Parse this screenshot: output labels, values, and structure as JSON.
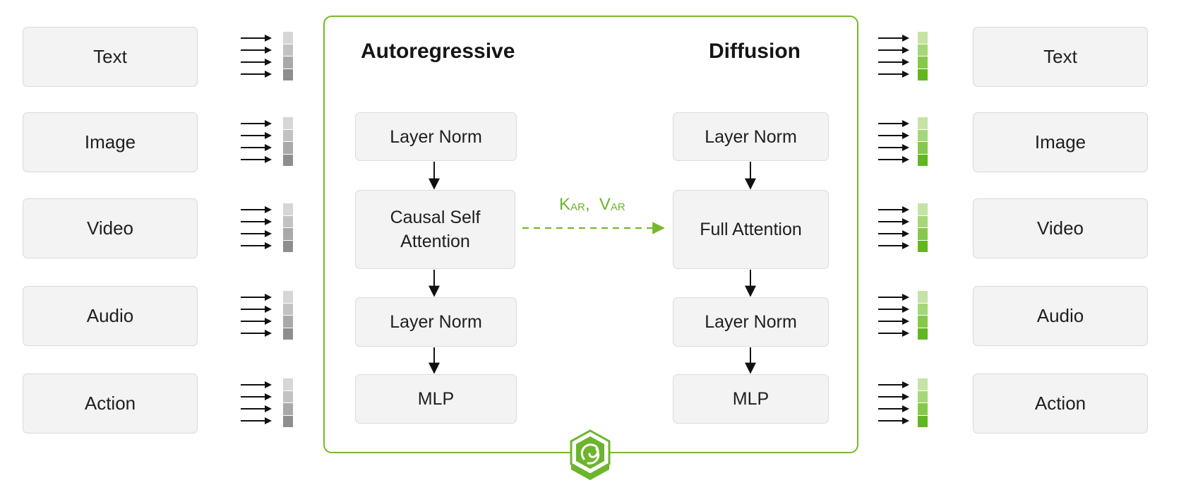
{
  "inputs": [
    "Text",
    "Image",
    "Video",
    "Audio",
    "Action"
  ],
  "outputs": [
    "Text",
    "Image",
    "Video",
    "Audio",
    "Action"
  ],
  "autoregressive": {
    "title": "Autoregressive",
    "blocks": [
      "Layer Norm",
      "Causal Self\nAttention",
      "Layer Norm",
      "MLP"
    ]
  },
  "diffusion": {
    "title": "Diffusion",
    "blocks": [
      "Layer Norm",
      "Full Attention",
      "Layer Norm",
      "MLP"
    ]
  },
  "kv_label": {
    "k": "K",
    "k_sub": "AR",
    "sep": ",",
    "v": "V",
    "v_sub": "AR"
  },
  "colors": {
    "accent": "#76b82a",
    "input_tokens": [
      "#d6d6d6",
      "#c2c2c2",
      "#a9a9a9",
      "#8e8e8e"
    ],
    "output_tokens": [
      "#c6e3a6",
      "#a6d776",
      "#86c94a",
      "#62b620"
    ]
  },
  "icons": {
    "logo": "cube-logo-icon"
  }
}
